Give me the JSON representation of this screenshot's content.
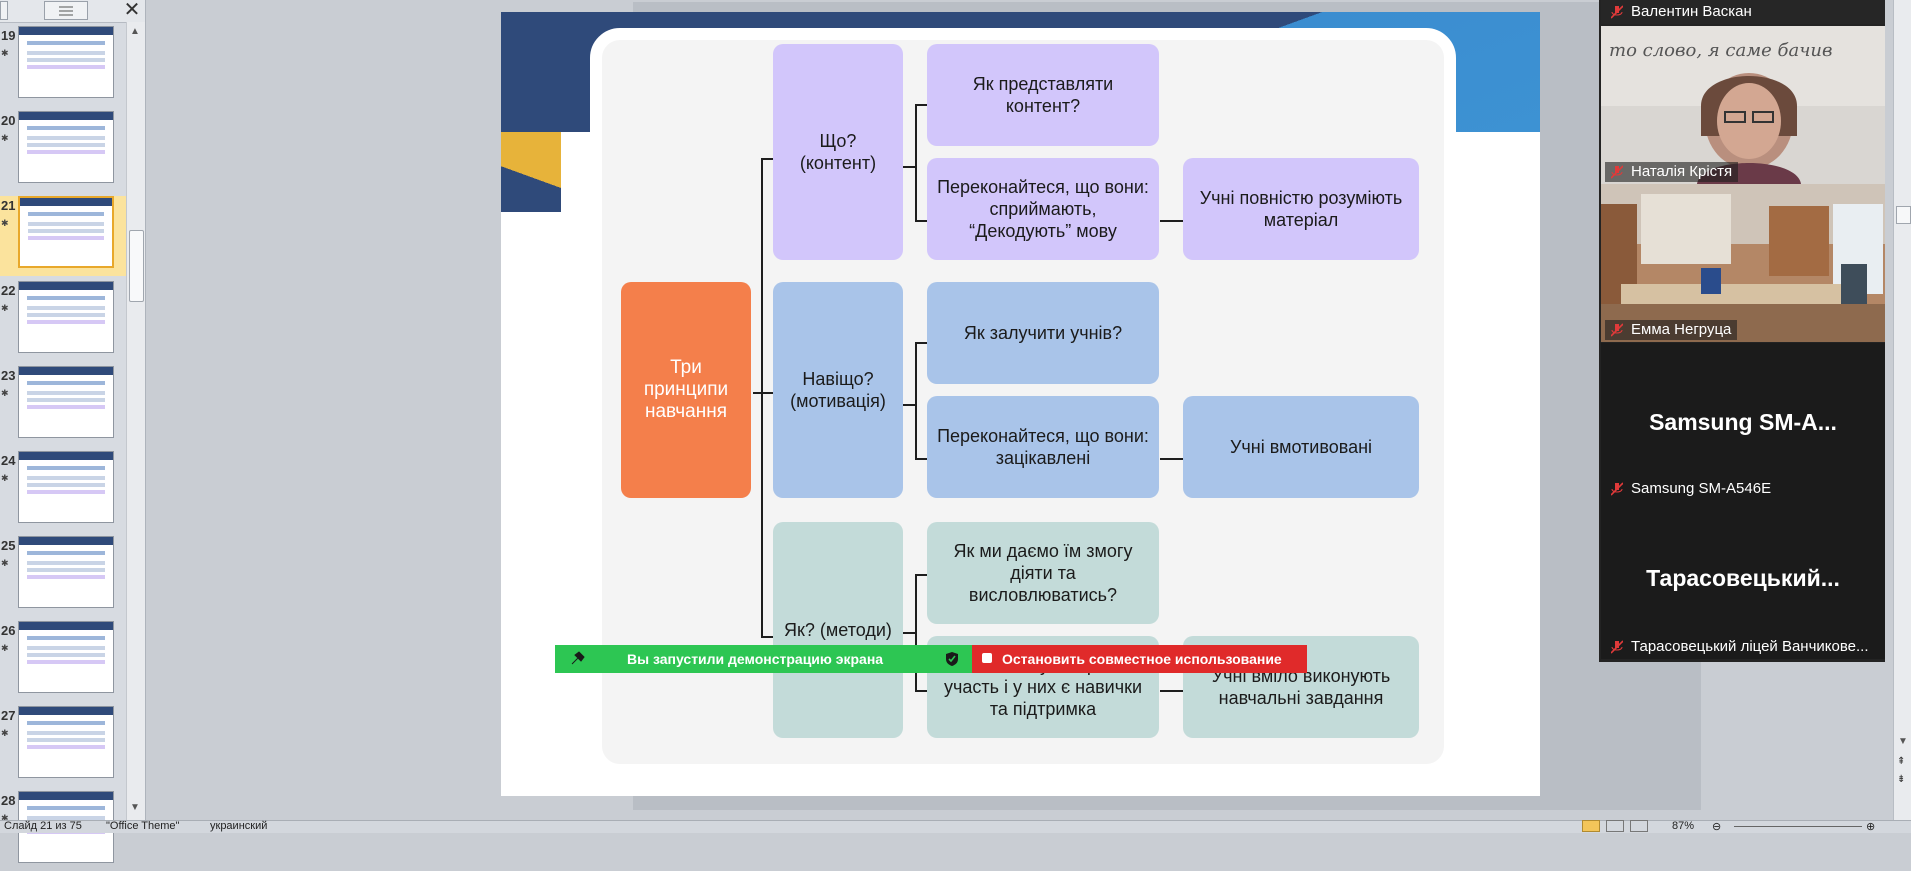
{
  "thumbnails": [
    {
      "num": "19"
    },
    {
      "num": "20"
    },
    {
      "num": "21",
      "active": true
    },
    {
      "num": "22"
    },
    {
      "num": "23"
    },
    {
      "num": "24"
    },
    {
      "num": "25"
    },
    {
      "num": "26"
    },
    {
      "num": "27"
    },
    {
      "num": "28"
    }
  ],
  "thumb_close": "✕",
  "diagram": {
    "root": "Три принципи навчання",
    "groups": [
      {
        "label": "Що? (контент)",
        "question": "Як представляти контент?",
        "check": "Переконайтеся, що вони: сприймають, “Декодують” мову",
        "result": "Учні повністю розуміють матеріал"
      },
      {
        "label": "Навіщо? (мотивація)",
        "question": "Як залучити учнів?",
        "check": "Переконайтеся, що вони: зацікавлені",
        "result": "Учні вмотивовані"
      },
      {
        "label": "Як? (методи)",
        "question": "Як ми даємо їм змогу діяти та висловлюватись?",
        "check": "вони можуть: брати участь і у них є навички та підтримка",
        "result": "Учні вміло виконують навчальні завдання"
      }
    ]
  },
  "share_bar": {
    "status": "Вы запустили демонстрацию экрана",
    "stop": "Остановить совместное использование"
  },
  "participants": [
    {
      "name": "Валентин Васкан"
    },
    {
      "name": "Наталія Крістя"
    },
    {
      "name": "Емма Негруца"
    },
    {
      "big": "Samsung  SM-A...",
      "name": "Samsung SM-A546E"
    },
    {
      "big": "Тарасовецький...",
      "name": "Тарасовецький ліцей Ванчикове..."
    }
  ],
  "status_bar": {
    "slide": "Слайд 21 из 75",
    "theme": "\"Office Theme\"",
    "language": "украинский",
    "zoom": "87%"
  }
}
